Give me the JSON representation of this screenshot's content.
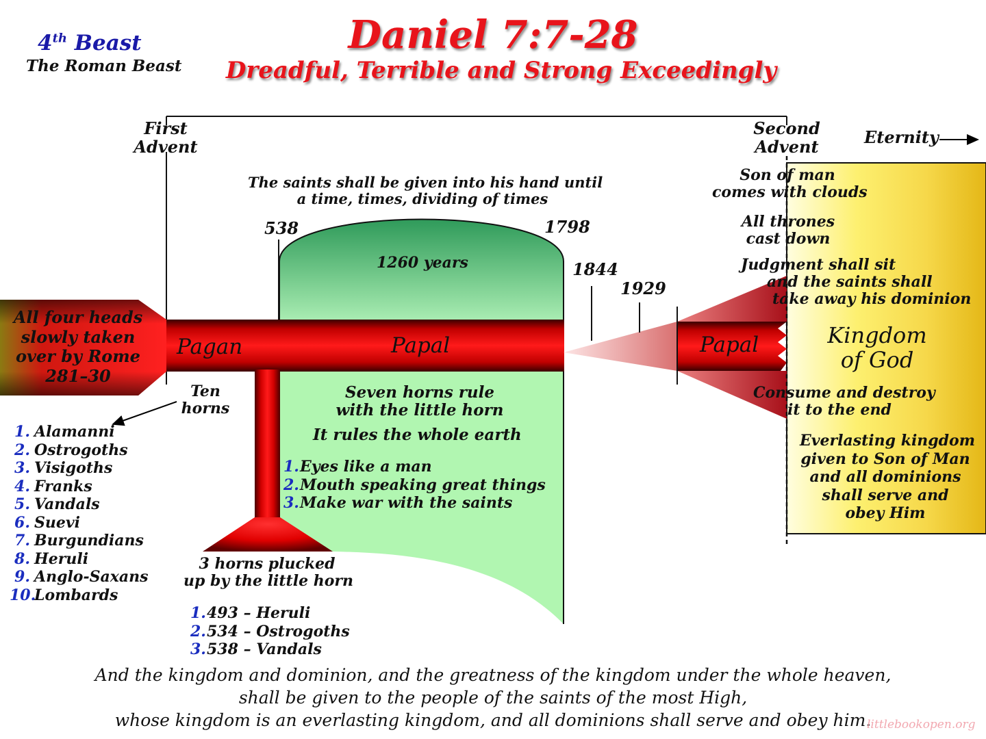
{
  "header": {
    "beast_title_num": "4",
    "beast_title_sup": "th",
    "beast_title_word": "Beast",
    "beast_subtitle": "The Roman Beast",
    "title": "Daniel 7:7-28",
    "subtitle": "Dreadful, Terrible and Strong Exceedingly"
  },
  "timeline": {
    "first_advent": [
      "First",
      "Advent"
    ],
    "second_advent": [
      "Second",
      "Advent"
    ],
    "eternity": "Eternity",
    "saints_given": [
      "The saints shall be given into his hand until",
      "a time, times, dividing of times"
    ],
    "year_538": "538",
    "year_1798": "1798",
    "year_1844": "1844",
    "year_1929": "1929",
    "years_1260": "1260 years"
  },
  "body": {
    "four_heads": [
      "All four heads",
      "slowly taken",
      "over by Rome",
      "281–30"
    ],
    "pagan": "Pagan",
    "papal": "Papal",
    "papal_2": "Papal",
    "ten_horns": [
      "Ten",
      "horns"
    ],
    "seven_horns": [
      "Seven horns rule",
      "with the little horn"
    ],
    "rules_earth": "It rules the whole earth",
    "plucked": [
      "3 horns plucked",
      "up by the little horn"
    ]
  },
  "lists": {
    "ten_horns_items": [
      {
        "num": "1.",
        "text": "Alamanni"
      },
      {
        "num": "2.",
        "text": "Ostrogoths"
      },
      {
        "num": "3.",
        "text": "Visigoths"
      },
      {
        "num": "4.",
        "text": "Franks"
      },
      {
        "num": "5.",
        "text": "Vandals"
      },
      {
        "num": "6.",
        "text": "Suevi"
      },
      {
        "num": "7.",
        "text": "Burgundians"
      },
      {
        "num": "8.",
        "text": "Heruli"
      },
      {
        "num": "9.",
        "text": "Anglo-Saxans"
      },
      {
        "num": "10.",
        "text": "Lombards"
      }
    ],
    "little_horn_traits": [
      {
        "num": "1.",
        "text": "Eyes like a man"
      },
      {
        "num": "2.",
        "text": "Mouth speaking great things"
      },
      {
        "num": "3.",
        "text": "Make war with the saints"
      }
    ],
    "plucked_items": [
      {
        "num": "1.",
        "text": "493 – Heruli"
      },
      {
        "num": "2.",
        "text": "534 – Ostrogoths"
      },
      {
        "num": "3.",
        "text": "538 – Vandals"
      }
    ]
  },
  "kingdom": {
    "son_of_man": [
      "Son of man",
      "comes with clouds"
    ],
    "thrones": [
      "All thrones",
      "cast down"
    ],
    "judgment": [
      "Judgment shall sit",
      "and the saints shall",
      "take away his dominion"
    ],
    "kingdom_of_god": [
      "Kingdom",
      "of God"
    ],
    "consume": [
      "Consume and destroy",
      "it to the end"
    ],
    "everlasting": [
      "Everlasting kingdom",
      "given to Son of Man",
      "and all dominions",
      "shall serve and",
      "obey Him"
    ]
  },
  "footer": {
    "verse": [
      "And the kingdom and dominion, and the greatness of the kingdom under the whole heaven,",
      "shall be given to the people of the saints of the most High,",
      "whose kingdom is an everlasting kingdom, and all dominions shall serve and obey him."
    ],
    "watermark": "littlebookopen.org"
  },
  "colors": {
    "title_red": "#e8141b",
    "number_blue": "#1a2dbf",
    "beast_red": "#e00000",
    "papal_green": "#8ee89a",
    "kingdom_gold": "#f2cc2a"
  }
}
